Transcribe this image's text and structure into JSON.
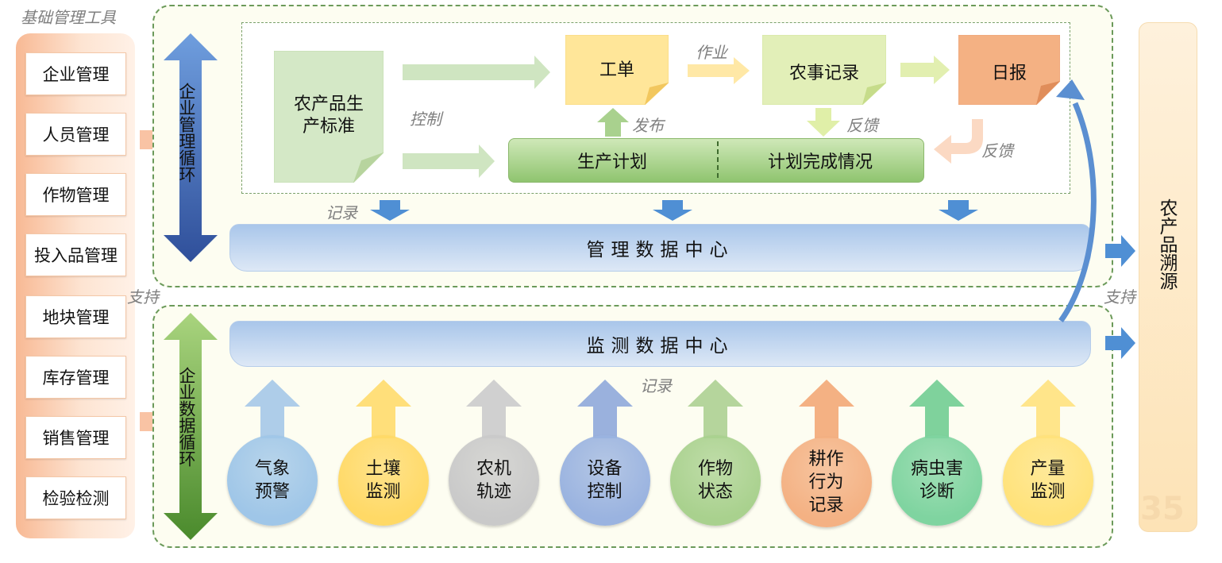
{
  "sidebar": {
    "title": "基础管理工具",
    "items": [
      "企业管理",
      "人员管理",
      "作物管理",
      "投入品管理",
      "地块管理",
      "库存管理",
      "销售管理",
      "检验检测"
    ]
  },
  "top_panel": {
    "vertical_label": "企业管理循环",
    "standard_note": "农产品生产标准",
    "control_label": "控制",
    "work_order": "工单",
    "work_label": "作业",
    "farm_record": "农事记录",
    "daily_report": "日报",
    "publish_label": "发布",
    "feedback_label_1": "反馈",
    "feedback_label_2": "反馈",
    "plan": "生产计划",
    "plan_status": "计划完成情况",
    "record_label": "记录",
    "data_center": "管理数据中心"
  },
  "support_label_left": "支持",
  "support_label_right": "支持",
  "bottom_panel": {
    "vertical_label": "企业数据循环",
    "data_center": "监测数据中心",
    "record_label": "记录",
    "modules": [
      {
        "lines": [
          "气象",
          "预警"
        ],
        "color": "#9fc6e8",
        "arrow": "#aecde9"
      },
      {
        "lines": [
          "土壤",
          "监测"
        ],
        "color": "#ffd966",
        "arrow": "#ffdf7a"
      },
      {
        "lines": [
          "农机",
          "轨迹"
        ],
        "color": "#c9c9c9",
        "arrow": "#d0d0d0"
      },
      {
        "lines": [
          "设备",
          "控制"
        ],
        "color": "#9ab3e0",
        "arrow": "#9ab1dd"
      },
      {
        "lines": [
          "作物",
          "状态"
        ],
        "color": "#a9d18e",
        "arrow": "#b5d59c"
      },
      {
        "lines": [
          "耕作",
          "行为",
          "记录"
        ],
        "color": "#f4b183",
        "arrow": "#f4b183"
      },
      {
        "lines": [
          "病虫害",
          "诊断"
        ],
        "color": "#7fd4a0",
        "arrow": "#7fd29c"
      },
      {
        "lines": [
          "产量",
          "监测"
        ],
        "color": "#ffe27a",
        "arrow": "#ffe58a"
      }
    ]
  },
  "traceability": "农产品溯源",
  "watermark": "35"
}
